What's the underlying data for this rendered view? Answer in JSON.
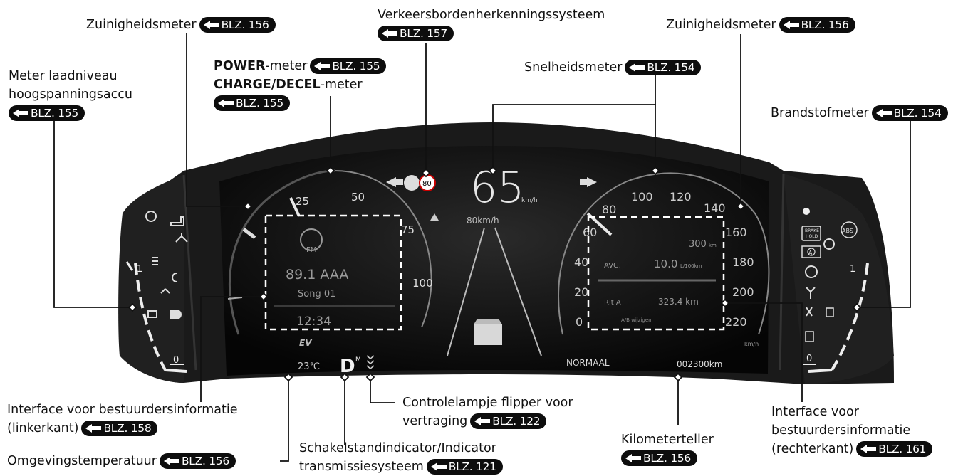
{
  "colors": {
    "cluster_bezel": "#1b1b1b",
    "screen": "#0a0a0a",
    "leader": "#111111",
    "badge": "#0d0d0d",
    "gauge_needle": "#e8e8e8"
  },
  "callouts": {
    "zuinigheid_left": {
      "text": "Zuinigheidsmeter",
      "ref": "BLZ. 156"
    },
    "verkeersborden": {
      "text": "Verkeersbordenherkenningssysteem",
      "ref": "BLZ. 157"
    },
    "zuinigheid_right": {
      "text": "Zuinigheidsmeter",
      "ref": "BLZ. 156"
    },
    "meter_laadniveau": {
      "line1": "Meter laadniveau",
      "line2": "hoogspanningsaccu",
      "ref": "BLZ. 155"
    },
    "power_meter": {
      "bold": "POWER",
      "text": "-meter",
      "ref": "BLZ. 155"
    },
    "charge_meter": {
      "bold": "CHARGE/DECEL",
      "text": "-meter",
      "ref": "BLZ. 155"
    },
    "snelheidsmeter": {
      "text": "Snelheidsmeter",
      "ref": "BLZ. 154"
    },
    "brandstofmeter": {
      "text": "Brandstofmeter",
      "ref": "BLZ. 154"
    },
    "interface_left": {
      "line1": "Interface voor bestuurdersinformatie",
      "line2": "(linkerkant)",
      "ref": "BLZ. 158"
    },
    "omgevingstemp": {
      "text": "Omgevingstemperatuur",
      "ref": "BLZ. 156"
    },
    "controlelampje": {
      "line1": "Controlelampje flipper voor",
      "line2": "vertraging",
      "ref": "BLZ. 122"
    },
    "schakelstand": {
      "line1": "Schakelstandindicator/Indicator",
      "line2": "transmissiesysteem",
      "ref": "BLZ. 121"
    },
    "kilometerteller": {
      "line1": "Kilometerteller",
      "ref": "BLZ. 156"
    },
    "interface_right": {
      "line1": "Interface voor",
      "line2": "bestuurdersinformatie",
      "line3": "(rechterkant)",
      "ref": "BLZ. 161"
    }
  },
  "cluster": {
    "speed_value": "65",
    "speed_unit": "km/h",
    "sign_limit": "80",
    "limit_readout": "80km/h",
    "power_ticks": [
      "25",
      "50",
      "75",
      "100"
    ],
    "speedo_ticks": [
      "0",
      "20",
      "40",
      "60",
      "80",
      "100",
      "120",
      "140",
      "160",
      "180",
      "200",
      "220"
    ],
    "radio_band": "FM",
    "radio_station": "89.1 AAA",
    "radio_song": "Song 01",
    "clock": "12:34",
    "ev_label": "EV",
    "gear": "D",
    "gear_mode": "M",
    "temperature": "23℃",
    "drive_mode": "NORMAAL",
    "odometer": "002300km",
    "range_value": "300",
    "range_unit": "km",
    "avg_label": "AVG.",
    "avg_value": "10.0",
    "avg_unit": "L/100km",
    "trip_label": "Rit A",
    "trip_value": "323.4 km",
    "trip_sub": "A/B wijzigen",
    "kmh_small": "km/h",
    "left_gauge_full": "1",
    "left_gauge_empty": "0",
    "right_gauge_full": "1",
    "right_gauge_empty": "0",
    "brake_hold_1": "BRAKE",
    "brake_hold_2": "HOLD",
    "abs": "ABS",
    "auto_a": "A"
  }
}
